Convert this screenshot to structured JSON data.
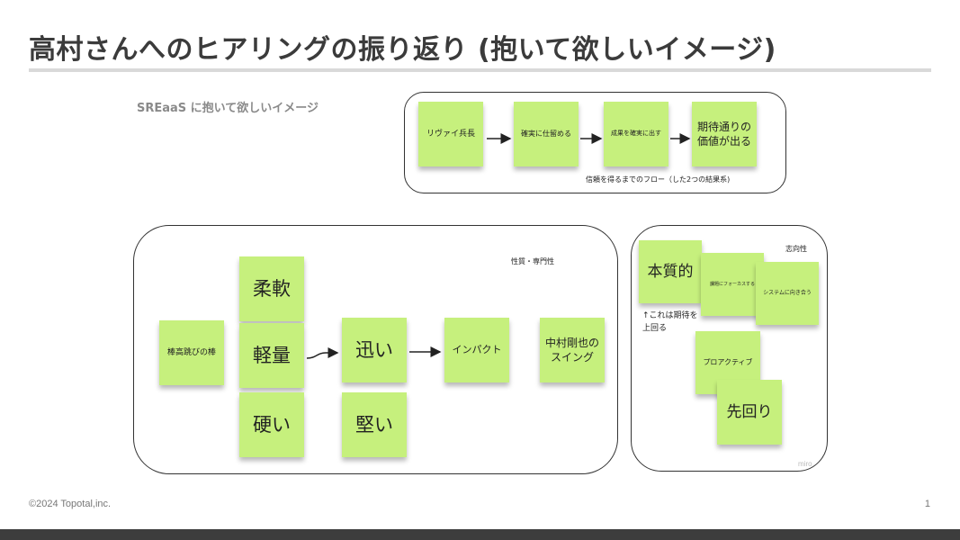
{
  "slide": {
    "title": "高村さんへのヒアリングの振り返り (抱いて欲しいイメージ)",
    "subtitle": "SREaaS に抱いて欲しいイメージ",
    "footer_copyright": "©2024 Topotal,inc.",
    "page_number": "1",
    "watermark": "miro"
  },
  "flow": {
    "caption": "信頼を得るまでのフロー（した2つの結果系)",
    "notes": [
      "リヴァイ兵長",
      "確実に仕留める",
      "成果を確実に出す",
      "期待通りの\n価値が出る"
    ]
  },
  "traits": {
    "label": "性質・専門性",
    "notes": {
      "stick": "棒高跳びの棒",
      "flexible": "柔軟",
      "light": "軽量",
      "hard": "硬い",
      "fast": "迅い",
      "solid": "堅い",
      "impact": "インパクト",
      "swing": "中村剛也の\nスイング"
    }
  },
  "orientation": {
    "label": "志向性",
    "notes": {
      "essential": "本質的",
      "focus": "課題にフォーカスする",
      "system": "システムに向き合う",
      "proactive": "プロアクティブ",
      "ahead": "先回り"
    },
    "annotation": "↑これは期待を\n上回る"
  }
}
